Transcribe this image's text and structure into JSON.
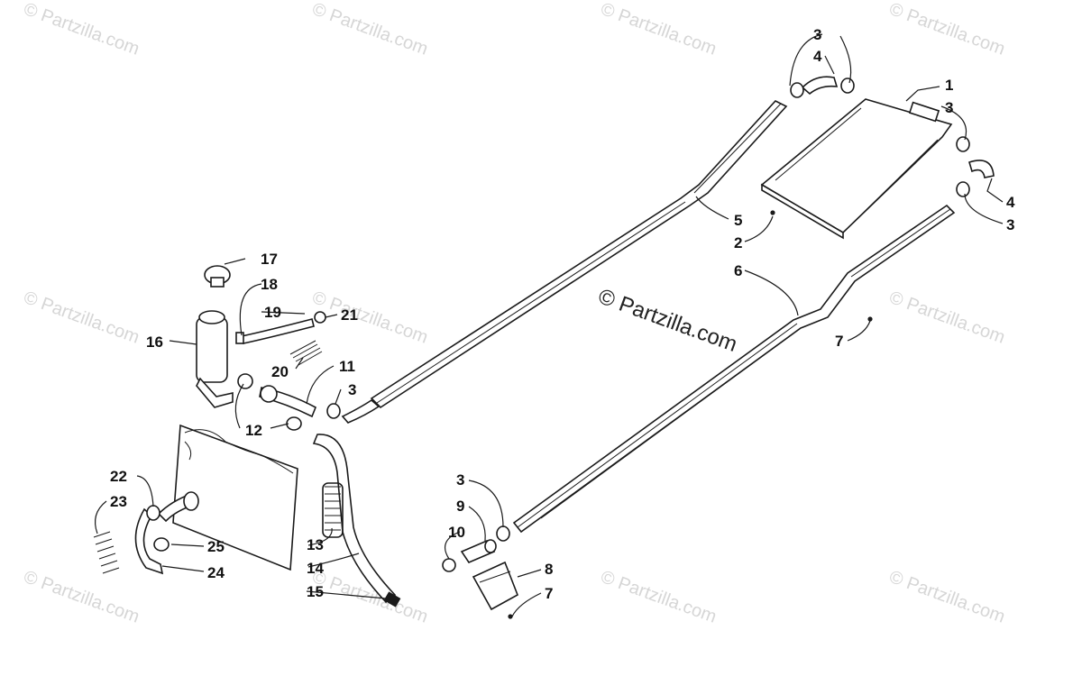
{
  "watermark": {
    "text": "© Partzilla.com",
    "center_text": "© Partzilla.com"
  },
  "callouts": {
    "c1": "1",
    "c2": "2",
    "c3a": "3",
    "c3b": "3",
    "c3c": "3",
    "c3d": "3",
    "c3e": "3",
    "c4a": "4",
    "c4b": "4",
    "c5": "5",
    "c6": "6",
    "c7a": "7",
    "c7b": "7",
    "c8": "8",
    "c9": "9",
    "c10": "10",
    "c11": "11",
    "c12": "12",
    "c13": "13",
    "c14": "14",
    "c15": "15",
    "c16": "16",
    "c17": "17",
    "c18": "18",
    "c19": "19",
    "c20": "20",
    "c21": "21",
    "c22": "22",
    "c23": "23",
    "c24": "24",
    "c25": "25"
  }
}
